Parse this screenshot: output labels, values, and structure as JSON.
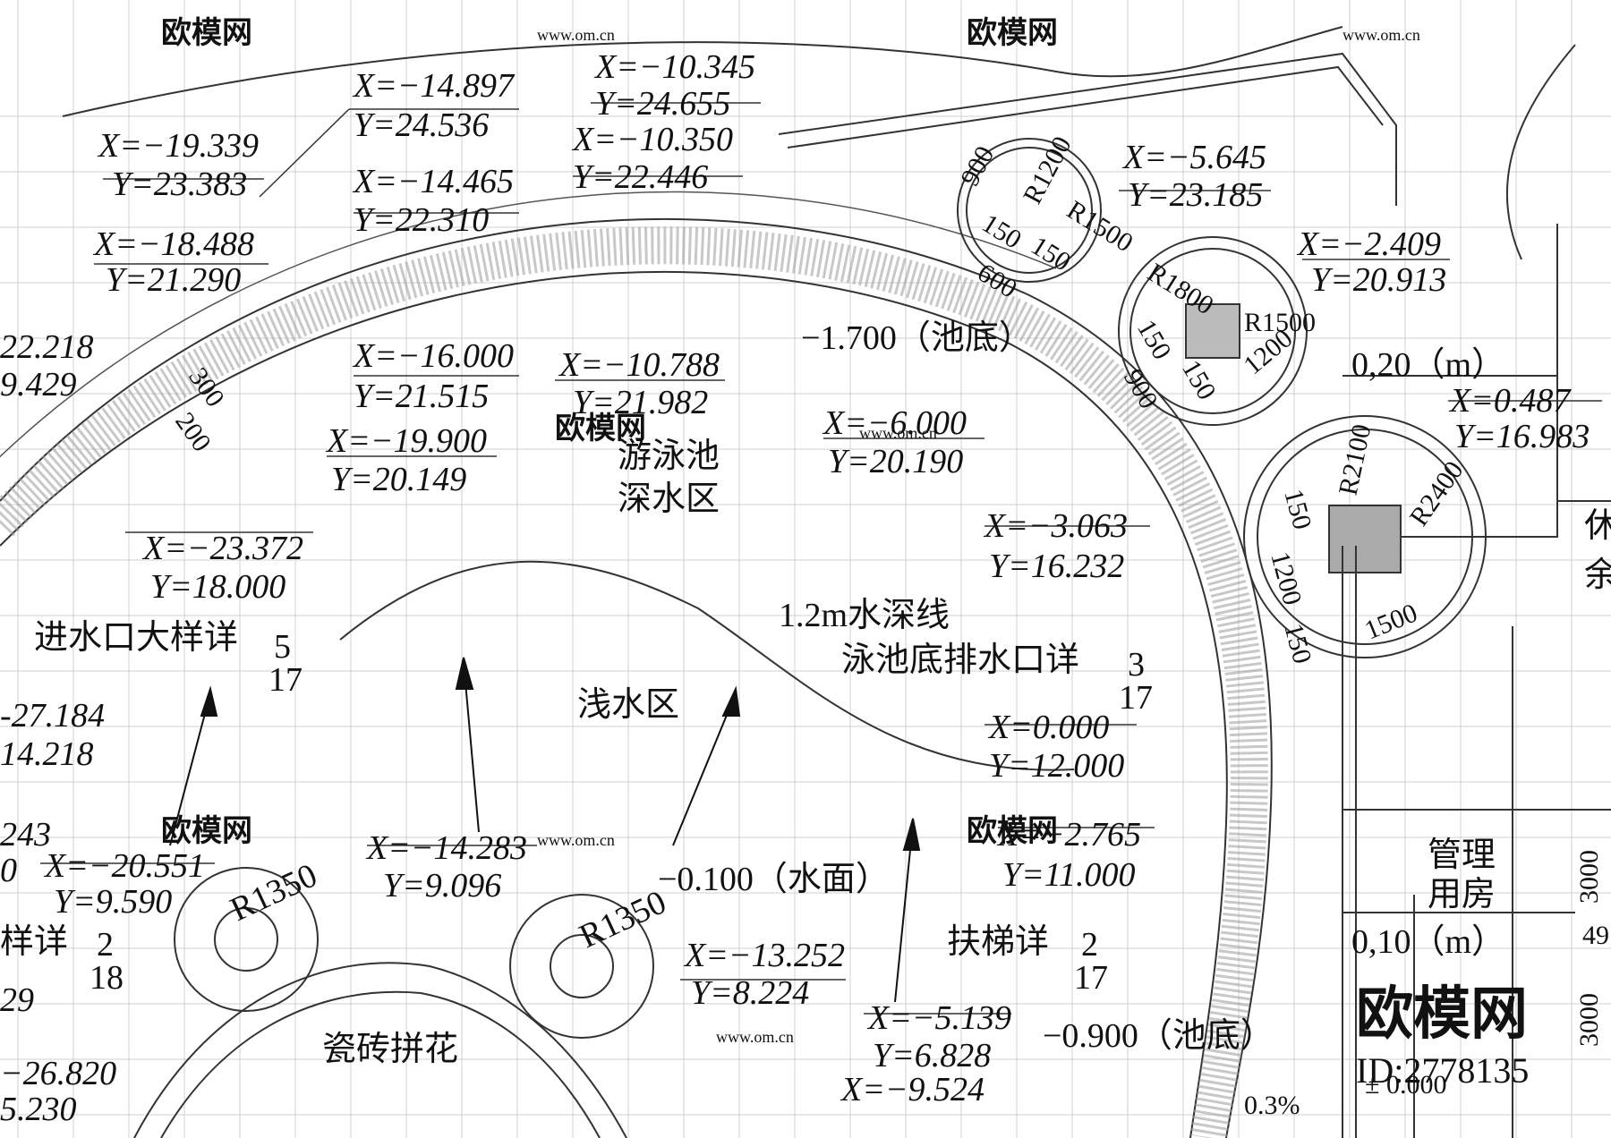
{
  "drawing": {
    "pool_deep_label_1": "游泳池",
    "pool_deep_label_2": "深水区",
    "shallow_label": "浅水区",
    "depth_line_label": "1.2m水深线",
    "tile_label": "瓷砖拼花",
    "mgmt_label_1": "管理",
    "mgmt_label_2": "用房",
    "rest_label_1": "休",
    "rest_label_2": "余"
  },
  "elevations": {
    "pool_bottom_1": "−1.700（池底）",
    "water_surface": "−0.100（水面）",
    "pool_bottom_2": "−0.900（池底）",
    "level_020": "0,20（m）",
    "level_010": "0,10（m）",
    "zero": "± 0.000",
    "slope": "0.3%"
  },
  "details": {
    "inlet_text": "进水口大样详",
    "inlet_num": "5",
    "inlet_sheet": "17",
    "drain_text": "泳池底排水口详",
    "drain_num": "3",
    "drain_sheet": "17",
    "ladder_text": "扶梯详",
    "ladder_num": "2",
    "ladder_sheet": "17",
    "left_text": "样详",
    "left_num": "2",
    "left_sheet": "18"
  },
  "coords": {
    "c1x": "X=−14.897",
    "c1y": "Y=24.536",
    "c2x": "X=−10.345",
    "c2y": "Y=24.655",
    "c3x": "X=−19.339",
    "c3y": "Y=23.383",
    "c4x": "X=−10.350",
    "c4y": "Y=22.446",
    "c5x": "X=−14.465",
    "c5y": "Y=22.310",
    "c6x": "X=−5.645",
    "c6y": "Y=23.185",
    "c7x": "X=−18.488",
    "c7y": "Y=21.290",
    "c8x": "X=−2.409",
    "c8y": "Y=20.913",
    "c9x": "22.218",
    "c9y": "9.429",
    "c10x": "X=−16.000",
    "c10y": "Y=21.515",
    "c11x": "X=−10.788",
    "c11y": "Y=21.982",
    "c12x": "X=0.487",
    "c12y": "Y=16.983",
    "c13x": "X=−19.900",
    "c13y": "Y=20.149",
    "c14x": "X=−6.000",
    "c14y": "Y=20.190",
    "c15x": "X=−23.372",
    "c15y": "Y=18.000",
    "c16x": "X=−3.063",
    "c16y": "Y=16.232",
    "c17x": "-27.184",
    "c17y": "14.218",
    "c18x": "X=0.000",
    "c18y": "Y=12.000",
    "c19a": "243",
    "c19b": "0",
    "c20x": "X=−20.551",
    "c20y": "Y=9.590",
    "c21x": "X=−14.283",
    "c21y": "Y=9.096",
    "c22x": "X=−2.765",
    "c22y": "Y=11.000",
    "c23x": "X=−13.252",
    "c23y": "Y=8.224",
    "c24x": "X=−5.139",
    "c24y": "Y=6.828",
    "c25x": "X=−9.524",
    "c26a": "29",
    "c27x": "−26.820",
    "c27y": "5.230"
  },
  "dims": {
    "r1200": "R1200",
    "r1500a": "R1500",
    "d900a": "900",
    "d150a": "150",
    "d150b": "150",
    "d600": "600",
    "r1800": "R1800",
    "r1500b": "R1500",
    "d150c": "150",
    "d150d": "150",
    "d1200a": "1200",
    "d900b": "900",
    "r2100": "R2100",
    "r2400": "R2400",
    "d150e": "150",
    "d1200b": "1200",
    "d150f": "150",
    "d1500": "1500",
    "d300": "300",
    "d200": "200",
    "r1350a": "R1350",
    "r1350b": "R1350",
    "d3000a": "3000",
    "d3000b": "3000",
    "d49": "49"
  },
  "watermark": {
    "brand": "欧模网",
    "url": "www.om.cn",
    "id": "ID:2778135"
  }
}
